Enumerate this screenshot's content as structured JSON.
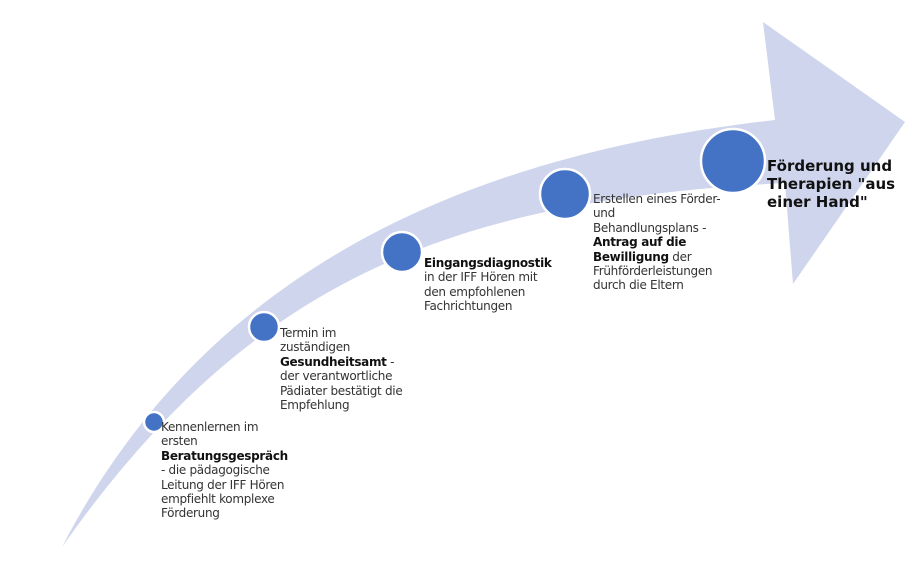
{
  "colors": {
    "arrow_fill": "#cfd5ec",
    "circle_fill": "#4472c4",
    "circle_stroke": "#ffffff"
  },
  "steps": [
    {
      "pre": "Kennenlernen im ersten ",
      "bold": "Beratungsgespräch",
      "post": " - die pädagogische Leitung der IFF Hören empfiehlt komplexe Förderung"
    },
    {
      "pre": "Termin im zuständigen ",
      "bold": "Gesundheitsamt",
      "post": " - der verantwortliche Pädiater bestätigt die Empfehlung"
    },
    {
      "pre": "",
      "bold": "Eingangsdiagnostik",
      "post": " in der IFF Hören mit den empfohlenen Fachrichtungen"
    },
    {
      "pre": "Erstellen eines Förder- und Behandlungsplans - ",
      "bold": "Antrag auf die Bewilligung",
      "post": " der Frühförderleistungen durch die Eltern"
    },
    {
      "pre": "",
      "bold": "Förderung und Therapien \"aus einer Hand\"",
      "post": ""
    }
  ]
}
